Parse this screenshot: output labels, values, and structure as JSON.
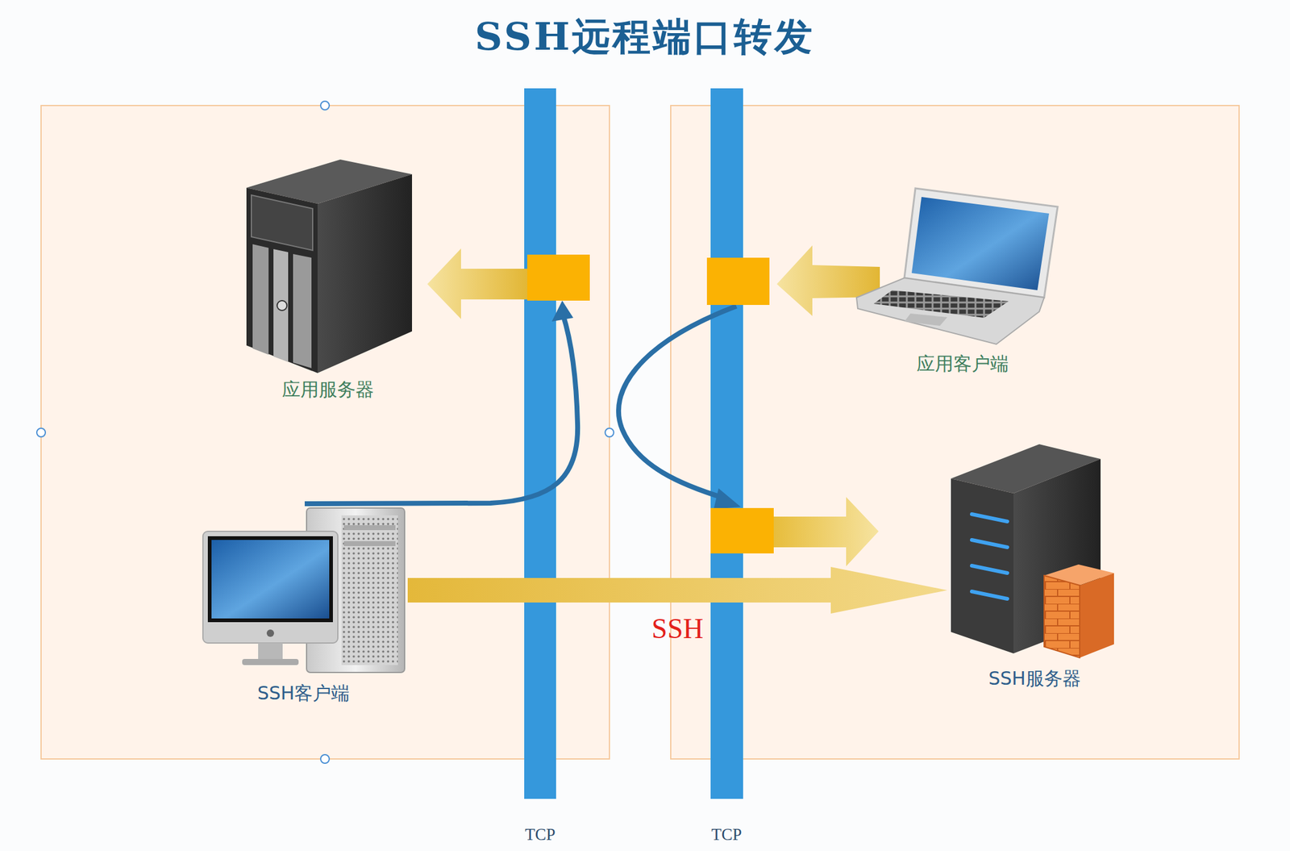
{
  "diagram": {
    "title": "SSH远程端口转发",
    "nodes": [
      {
        "text": [
          "应用服务器"
        ]
      },
      {
        "text": [
          "应用客户端"
        ]
      },
      {
        "text": [
          "SSH客户端"
        ]
      },
      {
        "text": [
          "SSH服务器"
        ]
      }
    ],
    "edges": [
      {
        "from": 2,
        "to": 3,
        "arrow": "to",
        "label": "SSH"
      }
    ],
    "labels": [
      "TCP",
      "TCP"
    ]
  }
}
